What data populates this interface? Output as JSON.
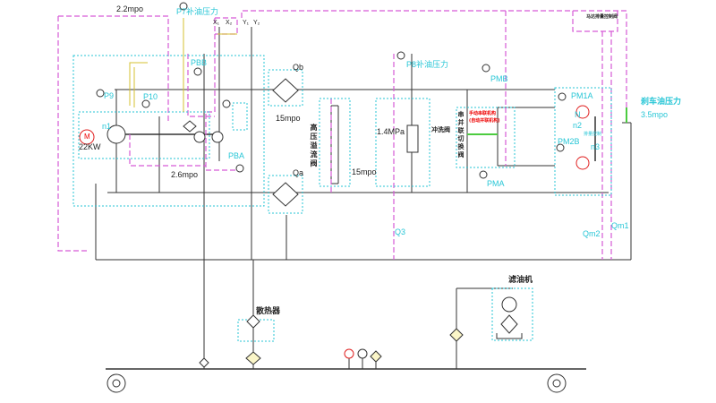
{
  "labels": {
    "p_2_2": "2.2mpo",
    "p7": "P7补油压力",
    "x1": "X₁",
    "x2": "X₂",
    "y1": "Y₁",
    "y2": "Y₂",
    "pbb": "PBB",
    "p9": "P9",
    "p10": "P10",
    "n1": "n1",
    "motor": "M",
    "motor_power": "22KW",
    "pba": "PBA",
    "p_2_6": "2.6mpo",
    "qb": "Qb",
    "qa": "Qa",
    "p_15a": "15mpo",
    "p_15b": "15mpo",
    "relief_valve": "高压溢流阀",
    "p8": "P8补油压力",
    "p_1_4": "1.4MPa",
    "flush_valve": "冲洗阀",
    "switch_valve": "串并联切换阀",
    "red_note_1": "手动串联机构",
    "red_note_2": "(自动并联机构)",
    "pmb": "PMB",
    "pma": "PMA",
    "q3": "Q3",
    "motor_disp_valve": "马达排量控制阀",
    "pm1a": "PM1A",
    "n": "N",
    "n2": "n2",
    "pm2b": "PM2B",
    "small_cyan": "排量控制",
    "n3": "n3",
    "brake_pressure": "刹车油压力",
    "p_3_5": "3.5mpo",
    "qm1": "Qm1",
    "qm2": "Qm2",
    "radiator": "散热器",
    "filter_unit": "滤油机"
  },
  "colors": {
    "line": "#333333",
    "pilot": "#d65ad6",
    "boundary": "#27c6d6",
    "accent_yellow": "#f0e060",
    "green": "#4ccc40",
    "red": "#e02020"
  }
}
